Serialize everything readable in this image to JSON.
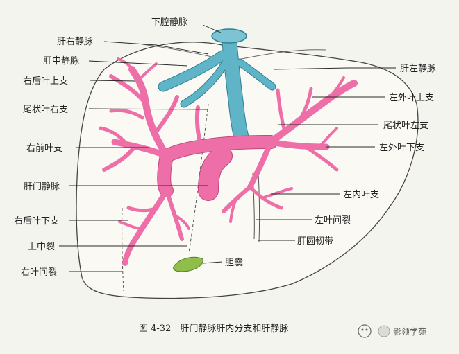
{
  "labels": {
    "ivc": "下腔静脉",
    "right_hepatic_vein": "肝右静脉",
    "middle_hepatic_vein": "肝中静脉",
    "right_post_sup_branch": "右后叶上支",
    "caudate_right_branch": "尾状叶右支",
    "right_ant_branch": "右前叶支",
    "portal_vein": "肝门静脉",
    "right_post_inf_branch": "右后叶下支",
    "upper_middle_fissure": "上中裂",
    "right_interlobar_fissure": "右叶间裂",
    "left_hepatic_vein": "肝左静脉",
    "left_lat_sup_branch": "左外叶上支",
    "caudate_left_branch": "尾状叶左支",
    "left_lat_inf_branch": "左外叶下支",
    "left_med_branch": "左内叶支",
    "left_interlobar_fissure": "左叶间裂",
    "ligamentum_teres": "肝圆韧带",
    "gallbladder": "胆囊"
  },
  "caption": "图 4-32　肝门静脉肝内分支和肝静脉",
  "watermark": "影领学苑",
  "colors": {
    "portal_vein": "#ee6fa8",
    "hepatic_vein": "#5fb5c7",
    "gallbladder": "#8fbf4a",
    "background": "#f3f4ee"
  }
}
